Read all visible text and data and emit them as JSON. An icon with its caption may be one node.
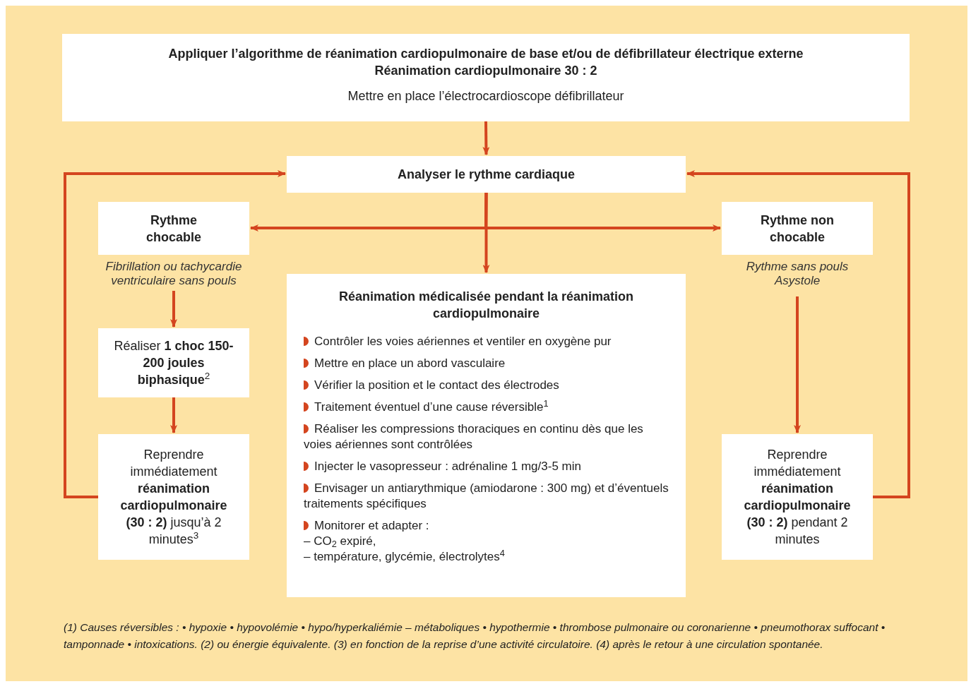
{
  "diagram": {
    "nodes": [
      {
        "text": [
          "Appliquer l’algorithme de réanimation cardiopulmonaire de base et/ou de défibrillateur électrique externe",
          "Réanimation cardiopulmonaire 30 : 2",
          "Mettre en place l’électrocardioscope défibrillateur"
        ]
      },
      {
        "text": [
          "Analyser le rythme cardiaque"
        ]
      },
      {
        "text": [
          "Rythme chocable"
        ],
        "beside": [
          "Fibrillation ou tachycardie ventriculaire sans pouls"
        ]
      },
      {
        "text": [
          "Réanimation médicalisée pendant la réanimation cardiopulmonaire",
          "Contrôler les voies aériennes et ventiler en oxygène pur",
          "Mettre en place un abord vasculaire",
          "Vérifier la position et le contact des électrodes",
          "Traitement éventuel d’une cause réversible$^{1}$",
          "Réaliser les compressions thoraciques en continu dès que les voies aériennes sont contrôlées",
          "Injecter le vasopresseur : adrénaline 1 mg/3-5 min",
          "Envisager un antiarythmique (amiodarone : 300 mg) et d’éventuels traitements spécifiques",
          "Monitorer et adapter :",
          "– CO$_{2}$ expiré,",
          "– température, glycémie, électrolytes$^{4}$"
        ]
      },
      {
        "text": [
          "Rythme non chocable"
        ],
        "beside": [
          "Rythme sans pouls Asystole"
        ]
      },
      {
        "text": [
          "Réaliser **1 choc 150-200 joules biphasique**$^{2}$"
        ]
      },
      {
        "text": [
          "Reprendre immédiatement **réanimation cardiopulmonaire (30 : 2)** jusqu’à 2 minutes$^{3}$"
        ]
      },
      {
        "text": [
          "Reprendre immédiatement **réanimation cardiopulmonaire (30 : 2)** pendant 2 minutes"
        ]
      }
    ],
    "edges": [
      {
        "from": 0,
        "to": 1,
        "arrow": "to"
      },
      {
        "from": 1,
        "to": 2,
        "arrow": "to"
      },
      {
        "from": 1,
        "to": 3,
        "arrow": "to"
      },
      {
        "from": 1,
        "to": 4,
        "arrow": "to"
      },
      {
        "from": 2,
        "to": 5,
        "arrow": "to"
      },
      {
        "from": 5,
        "to": 6,
        "arrow": "to"
      },
      {
        "from": 6,
        "to": 1,
        "arrow": "to"
      },
      {
        "from": 4,
        "to": 7,
        "arrow": "to"
      },
      {
        "from": 7,
        "to": 1,
        "arrow": "to"
      }
    ],
    "labels": [
      "(1) Causes réversibles : • hypoxie • hypovolémie • hypo/hyperkaliémie – métaboliques • hypothermie • thrombose pulmonaire ou coronarienne • pneumothorax suffocant • tamponnade • intoxications. (2) ou énergie équivalente. (3) en fonction de la reprise d’une activité circulatoire. (4) après le retour à une circulation spontanée."
    ]
  }
}
